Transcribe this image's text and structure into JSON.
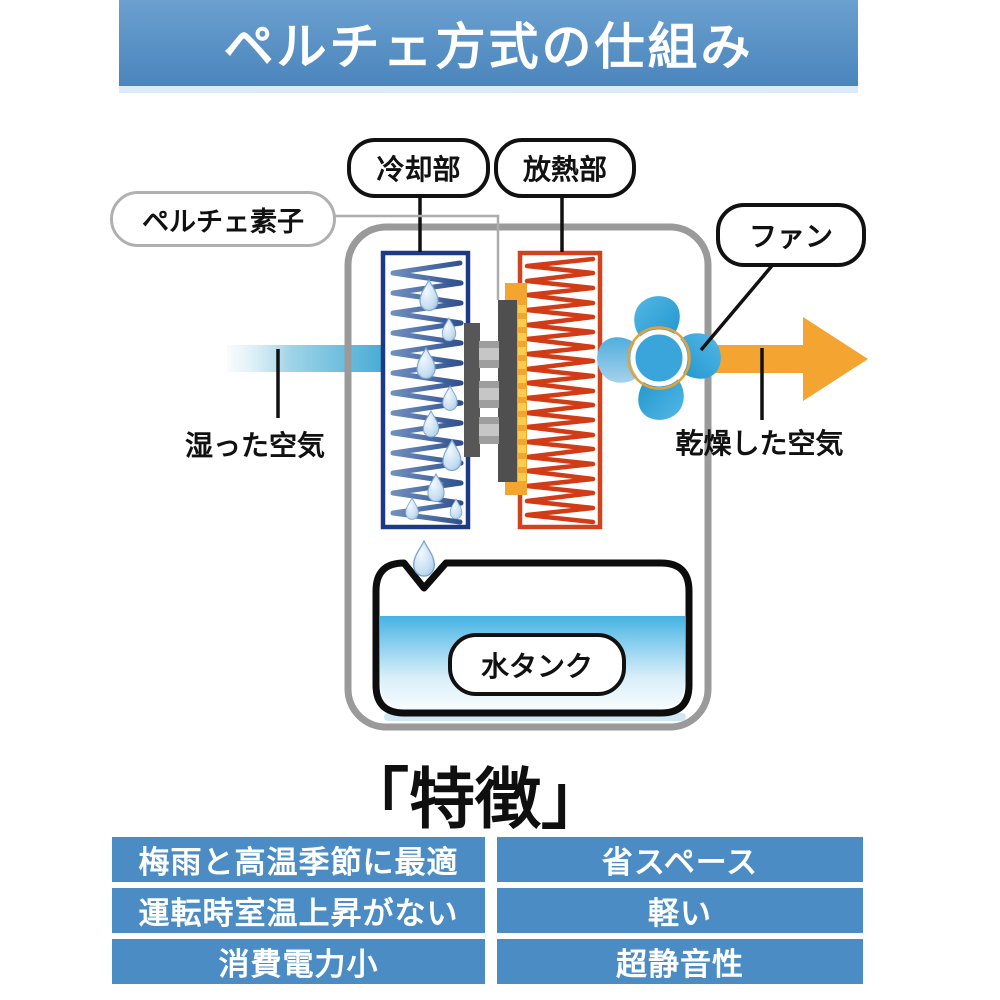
{
  "banner": {
    "title": "ペルチェ方式の仕組み"
  },
  "diagram": {
    "labels": {
      "cooling": "冷却部",
      "heating": "放熱部",
      "peltier": "ペルチェ素子",
      "fan": "ファン",
      "tank": "水タンク"
    },
    "air_in": "湿った空気",
    "air_out": "乾燥した空気"
  },
  "features": {
    "heading": "「特徴」",
    "rows": [
      {
        "left": "梅雨と高温季節に最適",
        "right": "省スペース"
      },
      {
        "left": "運転時室温上昇がない",
        "right": "軽い"
      },
      {
        "left": "消費電力小",
        "right": "超静音性"
      }
    ]
  },
  "colors": {
    "banner_blue": "#4E8AC0",
    "table_cell_blue": "#4A8CC3",
    "device_outline_gray": "#9A9A9A",
    "cooling_coil_blue": "#44669F",
    "cooling_box_blue": "#1C3A85",
    "heating_coil_red": "#D13B16",
    "heating_box_red": "#D2431D",
    "heatsink_orange": "#F2A52F",
    "arrow_orange": "#F4A430",
    "fan_blue": "#2FA3D8",
    "water_blue": "#4DB5E4"
  }
}
